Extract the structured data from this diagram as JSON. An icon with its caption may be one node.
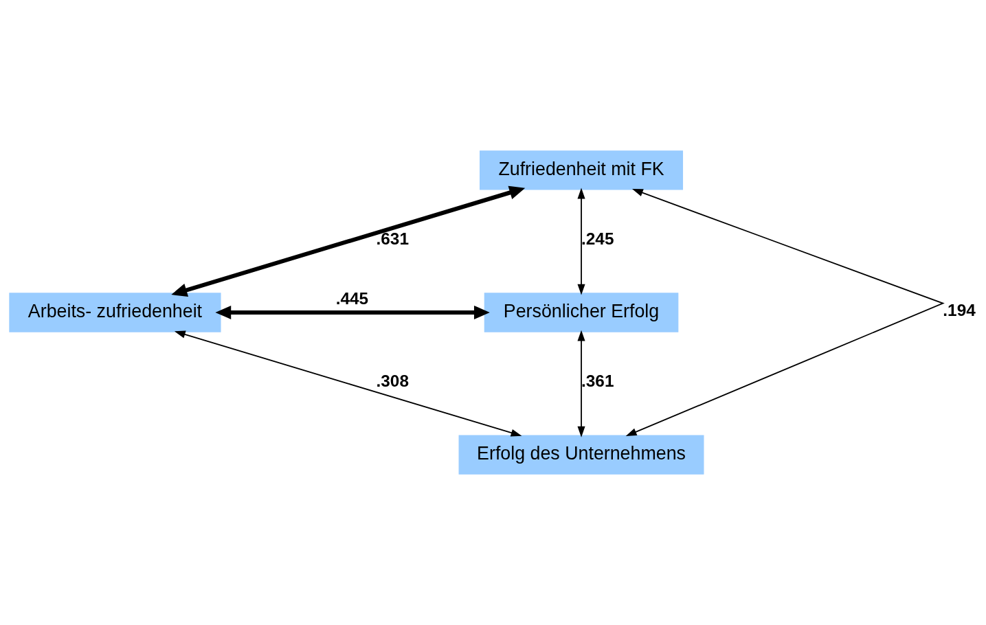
{
  "diagram": {
    "nodes": [
      {
        "text": [
          "Zufriedenheit mit FK"
        ]
      },
      {
        "text": [
          "Arbeits- zufriedenheit"
        ]
      },
      {
        "text": [
          "Persönlicher Erfolg"
        ]
      },
      {
        "text": [
          "Erfolg des Unternehmens"
        ]
      }
    ],
    "edges": [
      {
        "from": 0,
        "to": 1,
        "arrow": "both",
        "label": ".631",
        "style": "thick"
      },
      {
        "from": 0,
        "to": 2,
        "arrow": "both",
        "label": ".245"
      },
      {
        "from": 0,
        "to": 3,
        "arrow": "both",
        "label": ".194"
      },
      {
        "from": 1,
        "to": 2,
        "arrow": "both",
        "label": ".445",
        "style": "thick"
      },
      {
        "from": 1,
        "to": 3,
        "arrow": "both",
        "label": ".308"
      },
      {
        "from": 2,
        "to": 3,
        "arrow": "both",
        "label": ".361"
      }
    ]
  }
}
